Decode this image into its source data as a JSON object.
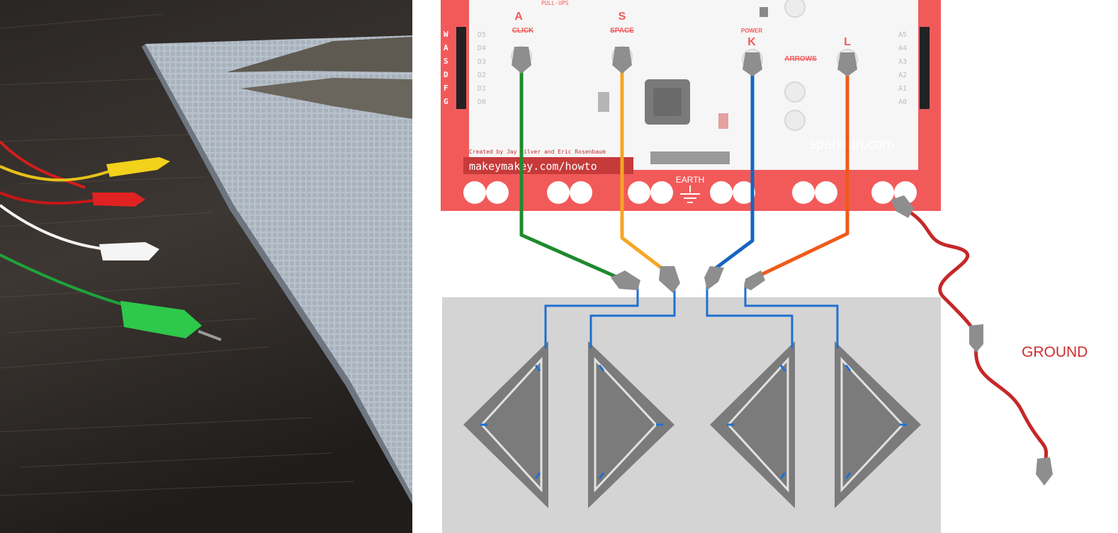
{
  "board": {
    "pins_left": [
      "D5",
      "D4",
      "D3",
      "D2",
      "D1",
      "D0"
    ],
    "pins_left_keys": [
      "W",
      "A",
      "S",
      "D",
      "F",
      "G"
    ],
    "pins_right": [
      "A5",
      "A4",
      "A3",
      "A2",
      "A1",
      "A0"
    ],
    "pin_top_text": "PULL-UPS",
    "key_a": "A",
    "key_a_sub": "CLICK",
    "key_s": "S",
    "key_s_sub": "SPACE",
    "power": "POWER",
    "key_k": "K",
    "arrows": "ARROWS",
    "key_l": "L",
    "url": "makeymakey.com/howto",
    "credits": "Created by Jay Silver and Eric Rosenbaum",
    "brand": "sparkfun.com",
    "earth": "EARTH"
  },
  "labels": {
    "ground": "GROUND"
  },
  "colors": {
    "board_red": "#f25a5a",
    "board_white": "#f6f6f6",
    "wire_green": "#1e8a2e",
    "wire_orange": "#f5a623",
    "wire_blue": "#1565c0",
    "wire_redorange": "#f05a1a",
    "wire_ground": "#c62828",
    "foil_wire": "#1f6fd1",
    "panel_grey": "#d4d4d4",
    "triangle_grey": "#7b7b7b",
    "clip_grey": "#8e8e8e",
    "ground_text": "#cf2d2d"
  },
  "icons": [
    "ground-symbol-icon",
    "alligator-clip-icon",
    "chip-icon"
  ]
}
